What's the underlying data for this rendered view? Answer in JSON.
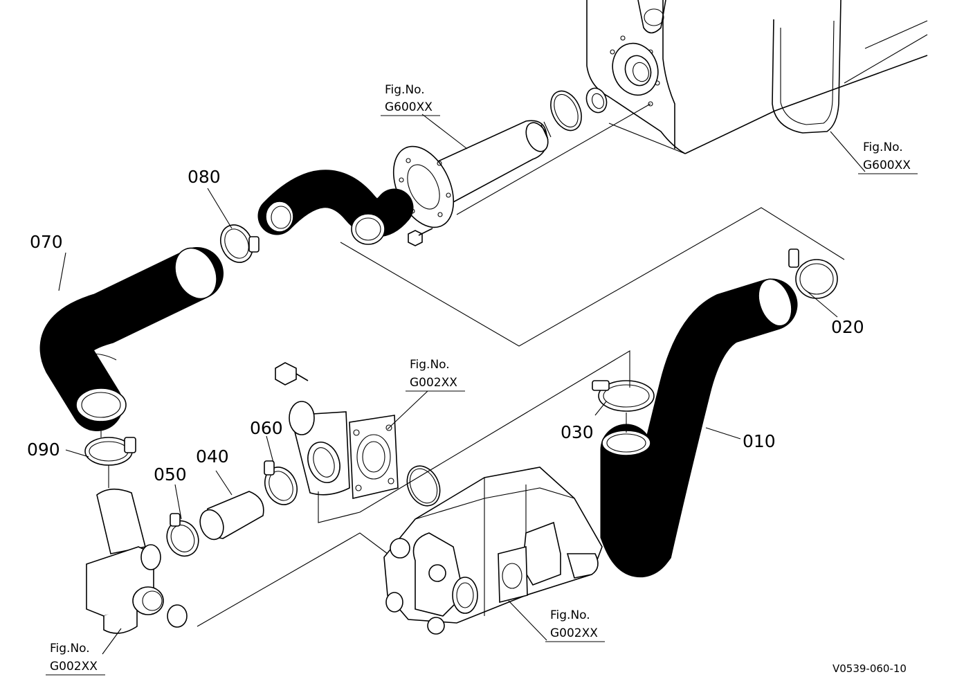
{
  "callouts": {
    "p010": "010",
    "p020": "020",
    "p030": "030",
    "p040": "040",
    "p050": "050",
    "p060": "060",
    "p070": "070",
    "p080": "080",
    "p090": "090"
  },
  "figrefs": {
    "top_center": {
      "line1": "Fig.No.",
      "line2": "G600XX"
    },
    "top_right": {
      "line1": "Fig.No.",
      "line2": "G600XX"
    },
    "mid_center": {
      "line1": "Fig.No.",
      "line2": "G002XX"
    },
    "pump": {
      "line1": "Fig.No.",
      "line2": "G002XX"
    },
    "bottom_left": {
      "line1": "Fig.No.",
      "line2": "G002XX"
    }
  },
  "drawing_code": "V0539-060-10"
}
